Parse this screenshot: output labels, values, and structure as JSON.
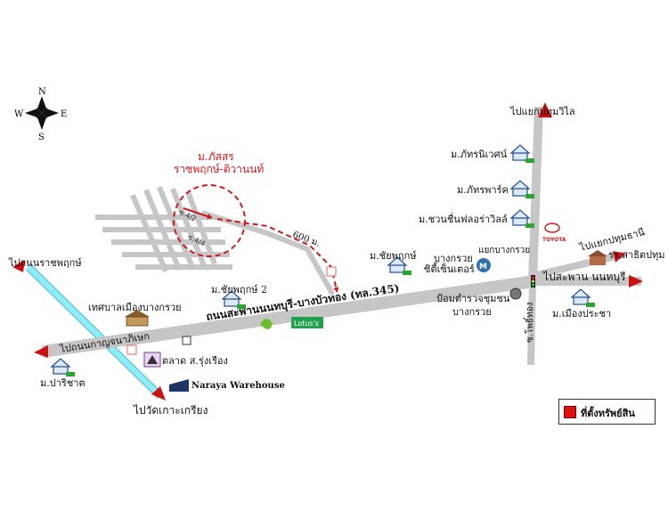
{
  "compass": {
    "n": "N",
    "s": "S",
    "e": "E",
    "w": "W"
  },
  "target": {
    "name_line1": "ม.ภัสสร",
    "name_line2": "ราชพฤกษ์-ติวานนท์",
    "distance": "600 ม."
  },
  "roads": {
    "main": "ถนนสะพานนนทบุรี-บางบัวทอง (ทล.345)",
    "to_pathum_thani": "ไปแยกปทุมธานี",
    "to_pathum_ili": "ไปแยกปทุมวิไล",
    "to_bridge": "ไปสะพาน นนทบุรี",
    "to_ratchaphruek": "ไปถนนราชพฤกษ์",
    "to_kanchanaphisek": "ไปถนนกาญจนาภิเษก",
    "to_ko_kret": "ไปวัดเกาะเกรียง",
    "khlong": "ซ.โพธิ์ทอง"
  },
  "places": {
    "phatsorn_village": "ม.ภัทรนิเวศน์",
    "phatsorn_park": "ม.ภัทรพาร์ค",
    "chuan": "ม.ชวนชื่นฟลอร่าวิลล์",
    "chaiyaphruek": "ม.ชัยพฤกษ์",
    "chaiyaphruek2": "ม.ชัยพฤกษ์ 2",
    "bangkruai": "บางกรวย",
    "center": "ซิตี้เซ็นเตอร์",
    "junction": "แยกบางกรวย",
    "police": "ป้อมตำรวจชุมชน",
    "police_area": "บางกรวย",
    "municipality": "เทศบาลเมืองบางกรวย",
    "market": "ตลาด ส.รุ่งเรือง",
    "naraya": "Naraya Warehouse",
    "parichat": "ม.ปาริชาต",
    "school": "รร.สาธิตปทุม",
    "prachao": "ม.เมืองประชา",
    "lotus": "Lotus's",
    "toyota": "TOYOTA"
  },
  "legend": {
    "label": "ที่ตั้งทรัพย์สิน",
    "color": "#e01010"
  },
  "colors": {
    "road": "#c6c6c6",
    "arrow": "#cc1111",
    "canal": "#76e4f0"
  }
}
